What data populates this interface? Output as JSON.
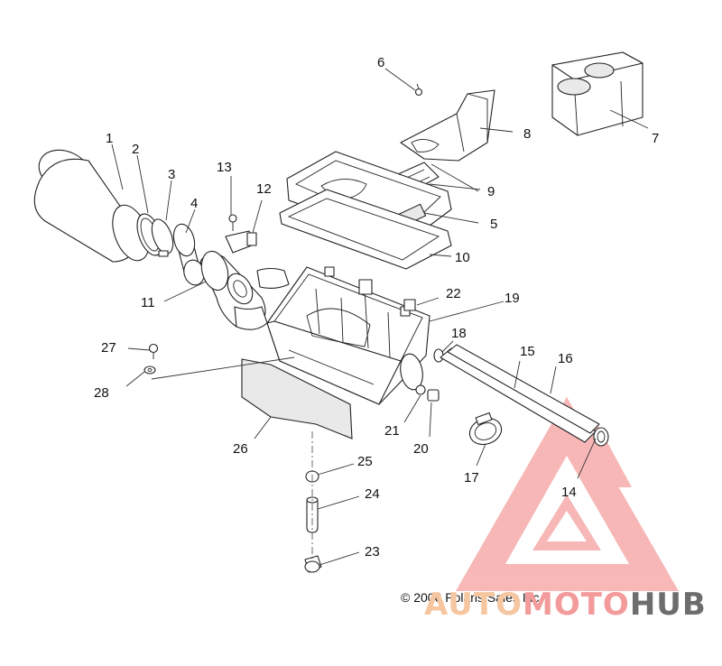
{
  "diagram": {
    "callouts": [
      "1",
      "2",
      "3",
      "4",
      "5",
      "6",
      "7",
      "8",
      "9",
      "10",
      "11",
      "12",
      "13",
      "14",
      "15",
      "16",
      "17",
      "18",
      "19",
      "20",
      "21",
      "22",
      "23",
      "24",
      "25",
      "26",
      "27",
      "28"
    ]
  },
  "footer": {
    "copyright": "© 2006 Polaris Sales Inc."
  },
  "watermark": {
    "word_1": "AUTO",
    "word_2": "MOTO",
    "word_3": "HUB",
    "colors": {
      "auto": "#f5c6a0",
      "moto": "#f39a9a",
      "hub": "#6d6d6d",
      "logo": "#f08080"
    }
  }
}
